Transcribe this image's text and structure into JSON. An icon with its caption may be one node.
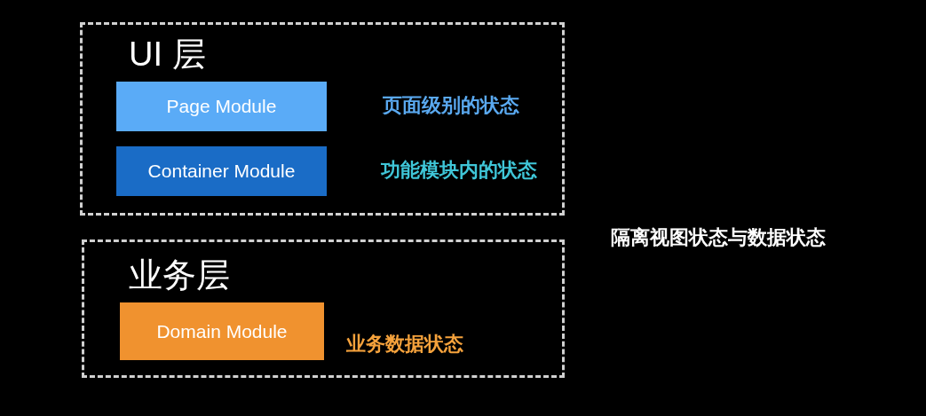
{
  "diagram": {
    "nodes": [
      {
        "text": [
          "UI 层"
        ]
      },
      {
        "text": [
          "Page Module"
        ],
        "in": 0,
        "beside": [
          "页面级别的状态"
        ]
      },
      {
        "text": [
          "Container Module"
        ],
        "in": 0,
        "beside": [
          "功能模块内的状态"
        ]
      },
      {
        "text": [
          "业务层"
        ]
      },
      {
        "text": [
          "Domain Module"
        ],
        "in": 3,
        "beside": [
          "业务数据状态"
        ]
      }
    ],
    "edges": [],
    "labels": [
      "隔离**视图状态**与**数据状态**"
    ]
  }
}
